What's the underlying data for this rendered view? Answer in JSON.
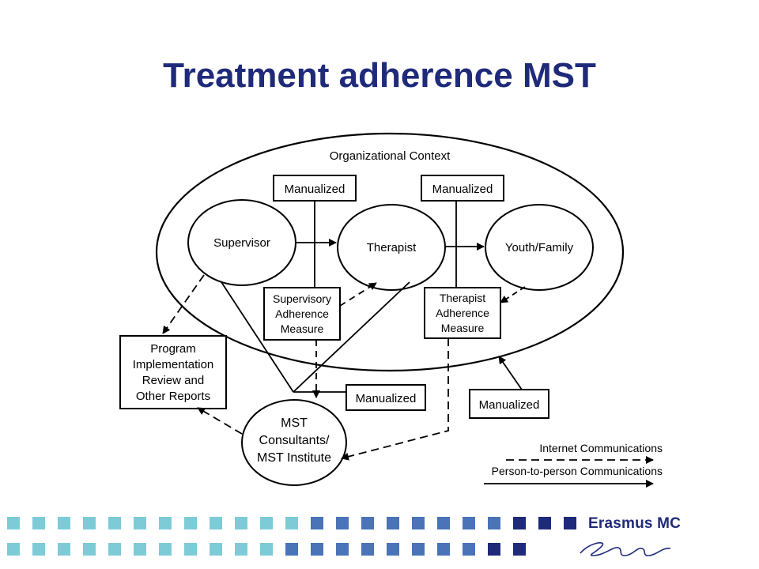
{
  "title": "Treatment adherence MST",
  "diagram": {
    "context_label": "Organizational Context",
    "nodes": {
      "supervisor": "Supervisor",
      "therapist": "Therapist",
      "youth_family": "Youth/Family",
      "manualized_top_left": "Manualized",
      "manualized_top_right": "Manualized",
      "supervisory_measure": [
        "Supervisory",
        "Adherence",
        "Measure"
      ],
      "therapist_measure": [
        "Therapist",
        "Adherence",
        "Measure"
      ],
      "program_review": [
        "Program",
        "Implementation",
        "Review and",
        "Other Reports"
      ],
      "manualized_mid": "Manualized",
      "manualized_right": "Manualized",
      "mst_institute": [
        "MST",
        "Consultants/",
        "MST Institute"
      ]
    },
    "legend": {
      "internet": "Internet Communications",
      "person": "Person-to-person Communications"
    }
  },
  "logo": {
    "name": "Erasmus MC",
    "signature": "Erasmus"
  },
  "colors": {
    "title": "#1f2a7a",
    "square_light": "#7ecbd8",
    "square_mid": "#4a73b8",
    "square_dark": "#1f2a7a"
  }
}
